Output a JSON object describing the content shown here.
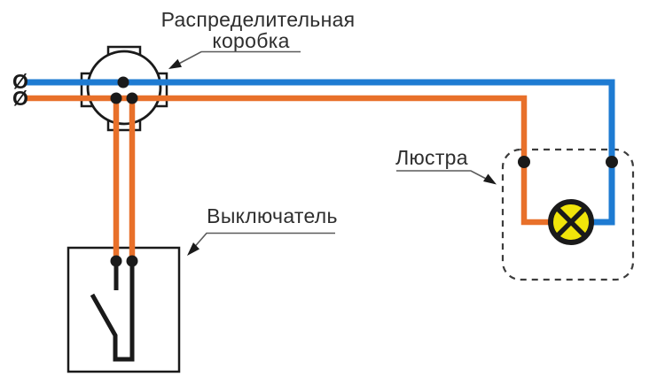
{
  "labels": {
    "junction_box_line1": "Распределительная",
    "junction_box_line2": "коробка",
    "switch": "Выключатель",
    "chandelier": "Люстра",
    "wire_end_marker": "Ø"
  },
  "colors": {
    "background": "#ffffff",
    "phase-wire": "#e8702a",
    "neutral-wire": "#1e7bd2",
    "lamp-fill": "#f1e50a",
    "line": "#1a1a1a",
    "label-text": "#2e2e2e",
    "leader-line": "#5a5a5a",
    "box-dash": "#3c3c3c"
  },
  "icons": {
    "junction_box": "junction-box-symbol",
    "switch": "single-pole-switch-symbol",
    "lamp": "lamp-crossed-circle-symbol",
    "wire_end": "wire-end-diameter-symbol"
  }
}
